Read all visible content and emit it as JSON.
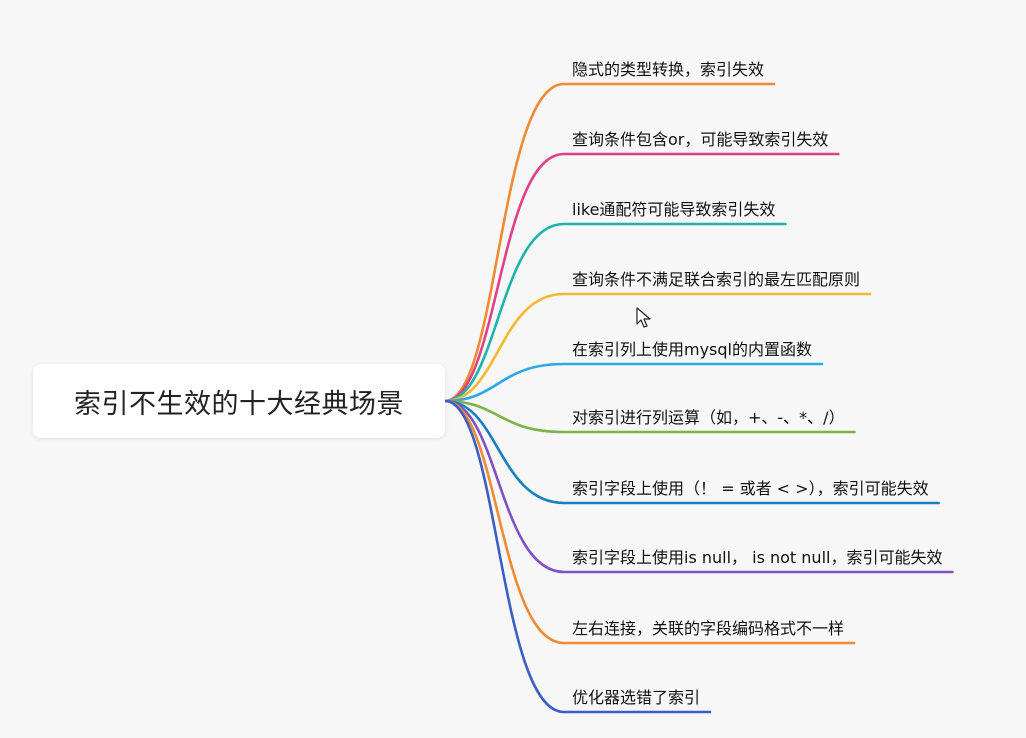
{
  "root": {
    "label": "索引不生效的十大经典场景"
  },
  "branches": [
    {
      "label": "隐式的类型转换，索引失效",
      "color": "#f08a34"
    },
    {
      "label": "查询条件包含or，可能导致索引失效",
      "color": "#e0408a"
    },
    {
      "label": "like通配符可能导致索引失效",
      "color": "#1cb5a8"
    },
    {
      "label": "查询条件不满足联合索引的最左匹配原则",
      "color": "#f5b830"
    },
    {
      "label": "在索引列上使用mysql的内置函数",
      "color": "#2aa8e8"
    },
    {
      "label": "对索引进行列运算（如，+、-、*、/）",
      "color": "#7cb34a"
    },
    {
      "label": "索引字段上使用（！ = 或者 < >），索引可能失效",
      "color": "#1a7fc1"
    },
    {
      "label": "索引字段上使用is null， is not null，索引可能失效",
      "color": "#7e52c6"
    },
    {
      "label": "左右连接，关联的字段编码格式不一样",
      "color": "#f08a34"
    },
    {
      "label": "优化器选错了索引",
      "color": "#3a5fc4"
    }
  ]
}
